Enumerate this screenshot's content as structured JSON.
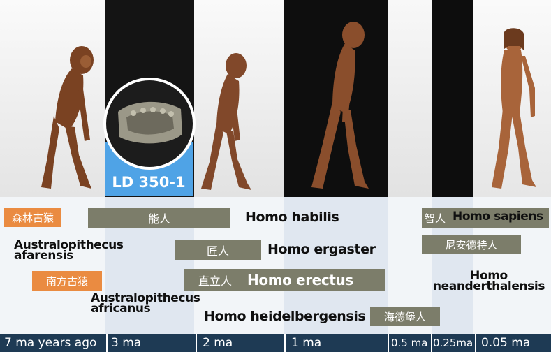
{
  "fossil": {
    "label": "LD 350-1"
  },
  "species": [
    {
      "cn": "森林古猿",
      "en": ""
    },
    {
      "cn": "能人",
      "en": "Homo habilis"
    },
    {
      "cn": "",
      "en_line1": "Australopithecus",
      "en_line2": "afarensis"
    },
    {
      "cn": "匠人",
      "en": "Homo ergaster"
    },
    {
      "cn": "南方古猿",
      "en": ""
    },
    {
      "cn": "直立人",
      "en": "Homo erectus"
    },
    {
      "cn": "",
      "en_line1": "Australopithecus",
      "en_line2": "africanus"
    },
    {
      "cn": "海德堡人",
      "en": "Homo heidelbergensis"
    },
    {
      "cn": "智人",
      "en": "Homo sapiens"
    },
    {
      "cn": "尼安德特人",
      "en_line1": "Homo",
      "en_line2": "neanderthalensis"
    }
  ],
  "timeline": {
    "ticks": [
      "7 ma years ago",
      "3 ma",
      "2 ma",
      "1 ma",
      "0.5 ma",
      "0.25ma",
      "0.05 ma"
    ]
  },
  "colors": {
    "olive_bar": "#7c7d6a",
    "orange_bar": "#ea8b41",
    "timeline_bg": "#1e3a54",
    "fossil_blue": "#4fa3e6"
  }
}
